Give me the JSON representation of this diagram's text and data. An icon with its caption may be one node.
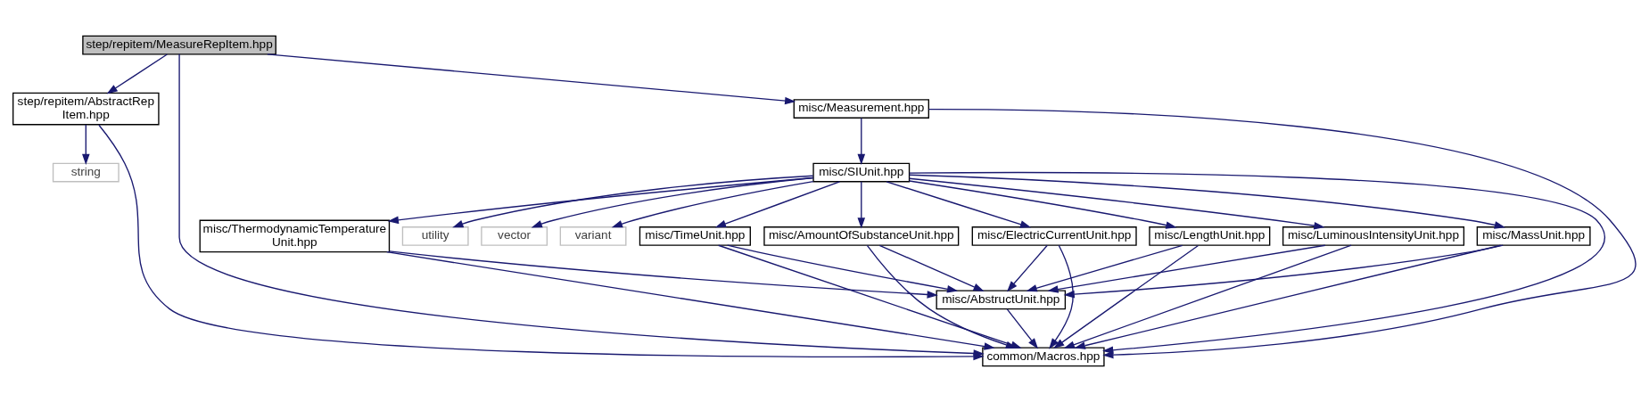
{
  "diagram": {
    "nodes": [
      {
        "text": [
          "step/repitem/MeasureRepItem.hpp"
        ]
      },
      {
        "text": [
          "step/repitem/AbstractRep Item.hpp"
        ]
      },
      {
        "text": [
          "string"
        ]
      },
      {
        "text": [
          "misc/Measurement.hpp"
        ]
      },
      {
        "text": [
          "misc/SIUnit.hpp"
        ]
      },
      {
        "text": [
          "misc/TimeUnit.hpp"
        ]
      },
      {
        "text": [
          "utility"
        ]
      },
      {
        "text": [
          "vector"
        ]
      },
      {
        "text": [
          "variant"
        ]
      },
      {
        "text": [
          "misc/AmountOfSubstanceUnit.hpp"
        ]
      },
      {
        "text": [
          "misc/ElectricCurrentUnit.hpp"
        ]
      },
      {
        "text": [
          "misc/LengthUnit.hpp"
        ]
      },
      {
        "text": [
          "misc/LuminousIntensityUnit.hpp"
        ]
      },
      {
        "text": [
          "misc/MassUnit.hpp"
        ]
      },
      {
        "text": [
          "misc/ThermodynamicTemperature Unit.hpp"
        ]
      },
      {
        "text": [
          "misc/AbstructUnit.hpp"
        ]
      },
      {
        "text": [
          "common/Macros.hpp"
        ]
      }
    ],
    "edges": [
      {
        "from": 0,
        "to": 1,
        "arrow": "to"
      },
      {
        "from": 0,
        "to": 16,
        "arrow": "to"
      },
      {
        "from": 0,
        "to": 3,
        "arrow": "to"
      },
      {
        "from": 1,
        "to": 2,
        "arrow": "to"
      },
      {
        "from": 1,
        "to": 16,
        "arrow": "to"
      },
      {
        "from": 3,
        "to": 4,
        "arrow": "to"
      },
      {
        "from": 3,
        "to": 16,
        "arrow": "to"
      },
      {
        "from": 4,
        "to": 5,
        "arrow": "to"
      },
      {
        "from": 4,
        "to": 6,
        "arrow": "to"
      },
      {
        "from": 4,
        "to": 7,
        "arrow": "to"
      },
      {
        "from": 4,
        "to": 8,
        "arrow": "to"
      },
      {
        "from": 4,
        "to": 9,
        "arrow": "to"
      },
      {
        "from": 4,
        "to": 10,
        "arrow": "to"
      },
      {
        "from": 4,
        "to": 11,
        "arrow": "to"
      },
      {
        "from": 4,
        "to": 12,
        "arrow": "to"
      },
      {
        "from": 4,
        "to": 13,
        "arrow": "to"
      },
      {
        "from": 4,
        "to": 14,
        "arrow": "to"
      },
      {
        "from": 4,
        "to": 16,
        "arrow": "to"
      },
      {
        "from": 5,
        "to": 15,
        "arrow": "to"
      },
      {
        "from": 5,
        "to": 16,
        "arrow": "to"
      },
      {
        "from": 9,
        "to": 15,
        "arrow": "to"
      },
      {
        "from": 9,
        "to": 16,
        "arrow": "to"
      },
      {
        "from": 10,
        "to": 15,
        "arrow": "to"
      },
      {
        "from": 10,
        "to": 16,
        "arrow": "to"
      },
      {
        "from": 11,
        "to": 15,
        "arrow": "to"
      },
      {
        "from": 11,
        "to": 16,
        "arrow": "to"
      },
      {
        "from": 12,
        "to": 15,
        "arrow": "to"
      },
      {
        "from": 12,
        "to": 16,
        "arrow": "to"
      },
      {
        "from": 13,
        "to": 15,
        "arrow": "to"
      },
      {
        "from": 13,
        "to": 16,
        "arrow": "to"
      },
      {
        "from": 14,
        "to": 15,
        "arrow": "to"
      },
      {
        "from": 14,
        "to": 16,
        "arrow": "to"
      },
      {
        "from": 15,
        "to": 16,
        "arrow": "to"
      }
    ]
  }
}
